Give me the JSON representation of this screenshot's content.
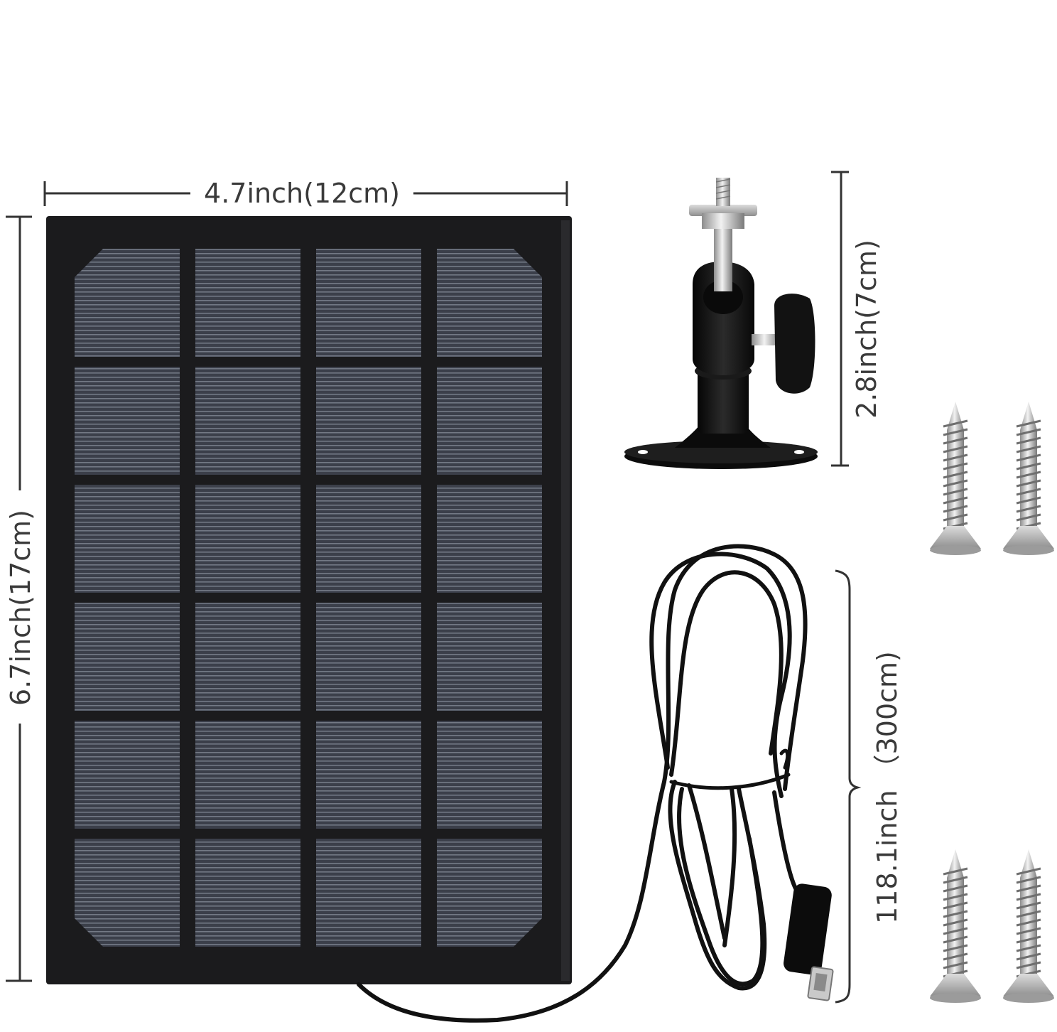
{
  "labels": {
    "panel_width": "4.7inch(12cm)",
    "panel_height": "6.7inch(17cm)",
    "mount_height": "2.8inch(7cm)",
    "cable_length": "118.1inch （300cm)"
  },
  "colors": {
    "background": "#ffffff",
    "panel_frame": "#1b1b1d",
    "cell": "#3b3f4a",
    "cell_line": "#737985",
    "cable": "#111111",
    "dimension_line": "#333333",
    "screw_metal": "#b9b9b9"
  },
  "panel": {
    "cell_columns": 4,
    "cell_rows": 6
  },
  "screws": {
    "count": 4
  },
  "icons": [
    "solar-panel-icon",
    "mount-bracket-icon",
    "usb-cable-icon",
    "screw-icon"
  ]
}
